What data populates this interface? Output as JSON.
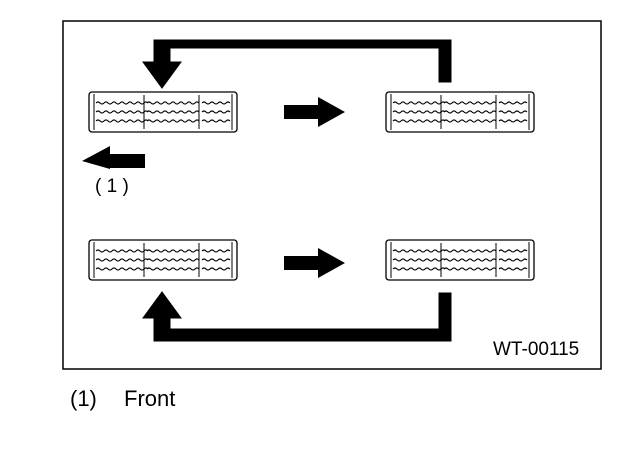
{
  "figure": {
    "front_marker_label": "( 1 )",
    "figure_code": "WT-00115"
  },
  "caption": {
    "number": "(1)",
    "text": "Front"
  }
}
